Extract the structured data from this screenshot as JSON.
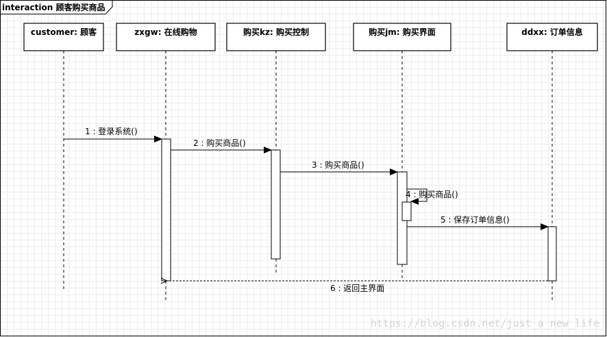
{
  "frame": {
    "title": "interaction 顾客购买商品"
  },
  "lifelines": [
    {
      "name": "customer: 顾客"
    },
    {
      "name": "zxgw: 在线购物"
    },
    {
      "name": "购买kz: 购买控制"
    },
    {
      "name": "购买jm: 购买界面"
    },
    {
      "name": "ddxx: 订单信息"
    }
  ],
  "messages": [
    {
      "label": "1 : 登录系统()"
    },
    {
      "label": "2 : 购买商品()"
    },
    {
      "label": "3 : 购买商品()"
    },
    {
      "label": "4 : 购买商品()"
    },
    {
      "label": "5 : 保存订单信息()"
    },
    {
      "label": "6 : 返回主界面"
    }
  ],
  "watermark": "https://blog.csdn.net/just_a_new_life"
}
